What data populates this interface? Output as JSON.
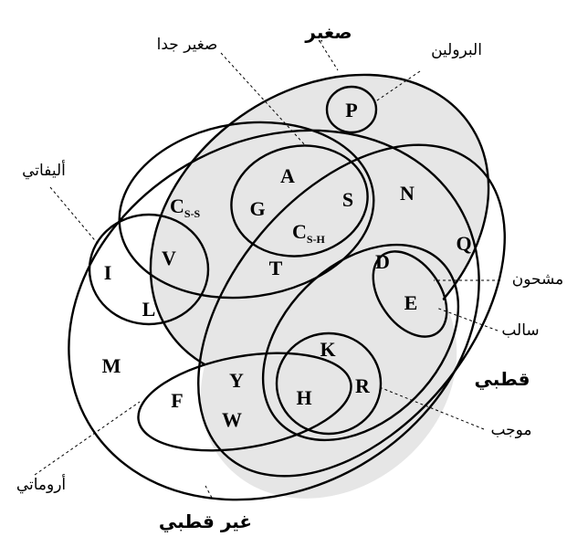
{
  "diagram": {
    "sets": {
      "small": "صغير",
      "very_small": "صغير جدا",
      "proline": "البرولين",
      "aliphatic": "أليفاتي",
      "charged": "مشحون",
      "negative": "سالب",
      "polar": "قطبي",
      "positive": "موجب",
      "aromatic": "أروماتي",
      "nonpolar": "غير قطبي"
    },
    "amino_acids": {
      "P": "P",
      "A": "A",
      "G": "G",
      "S": "S",
      "N": "N",
      "Q": "Q",
      "D": "D",
      "E": "E",
      "K": "K",
      "R": "R",
      "H": "H",
      "Y": "Y",
      "W": "W",
      "F": "F",
      "T": "T",
      "I": "I",
      "V": "V",
      "L": "L",
      "M": "M"
    },
    "cysteine": {
      "c1_base": "C",
      "c1_sub": "S-S",
      "c2_base": "C",
      "c2_sub": "S-H"
    }
  }
}
